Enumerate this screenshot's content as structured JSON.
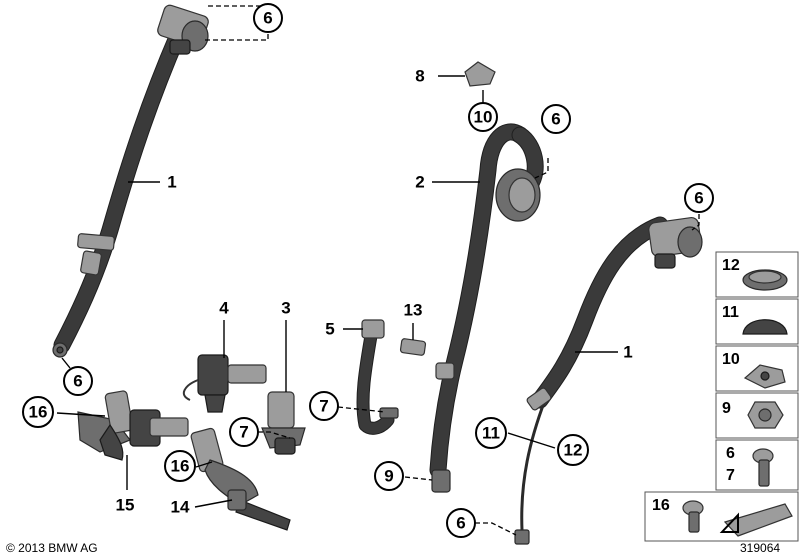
{
  "callouts": {
    "c_6a": "6",
    "c_1a": "1",
    "c_6b": "6",
    "c_8": "8",
    "c_10": "10",
    "c_6c": "6",
    "c_2": "2",
    "c_6d": "6",
    "c_1b": "1",
    "c_4": "4",
    "c_3": "3",
    "c_5": "5",
    "c_13": "13",
    "c_16a": "16",
    "c_7a": "7",
    "c_7b": "7",
    "c_16b": "16",
    "c_15": "15",
    "c_14": "14",
    "c_9": "9",
    "c_11": "11",
    "c_12": "12",
    "c_6e": "6"
  },
  "legend": {
    "cells": [
      {
        "num": "12"
      },
      {
        "num": "11"
      },
      {
        "num": "10"
      },
      {
        "num": "9"
      },
      {
        "num": "6",
        "num2": "7"
      }
    ],
    "bottom_cell": {
      "num": "16"
    }
  },
  "footer": {
    "copyright": "© 2013 BMW AG",
    "diagram_id": "319064"
  }
}
